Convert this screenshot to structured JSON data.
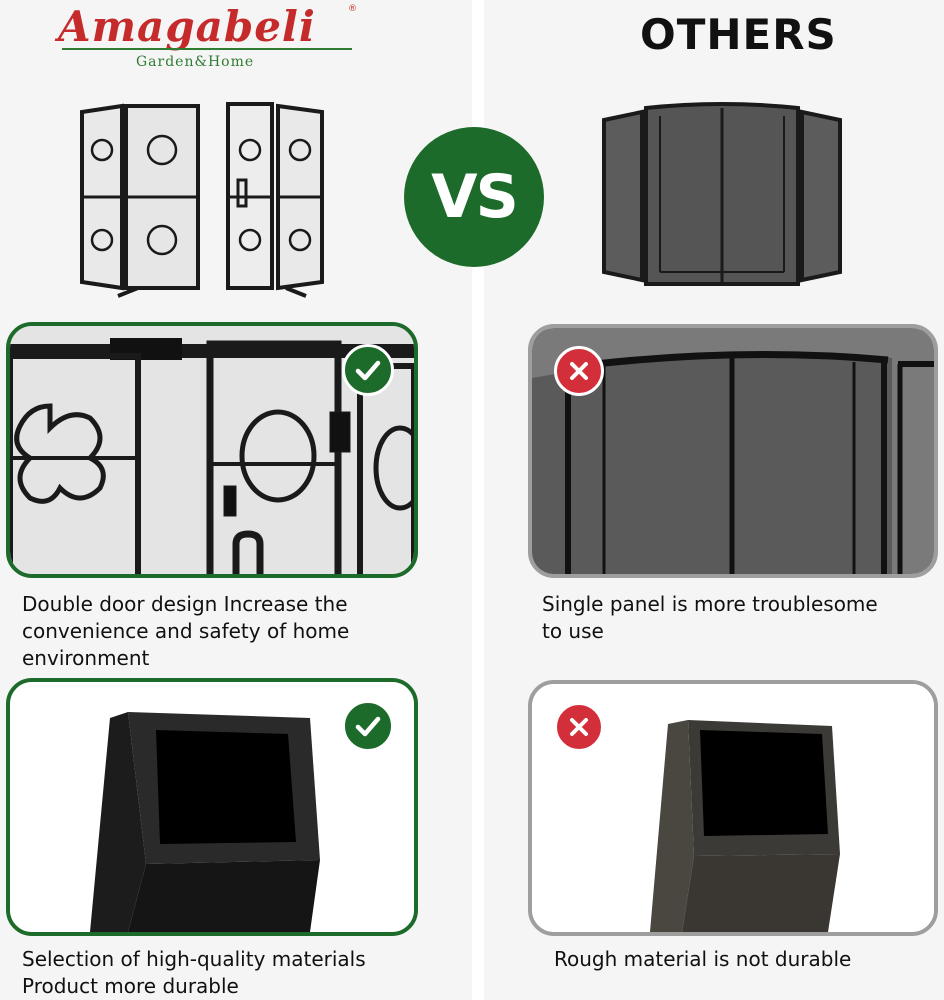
{
  "brand": {
    "name": "Amagabeli",
    "tagline": "Garden&Home",
    "mark": "®"
  },
  "competitor_title": "OTHERS",
  "vs_label": "VS",
  "left": {
    "caption_1": [
      "Double door design Increase the",
      "convenience and safety of home",
      "environment"
    ],
    "caption_2": [
      "Selection of high-quality materials",
      "Product more durable"
    ]
  },
  "right": {
    "caption_1": [
      "Single panel is more troublesome",
      "to use"
    ],
    "caption_2": [
      "Rough material is not durable"
    ]
  },
  "icons": {
    "good": "check-icon",
    "bad": "cross-icon"
  },
  "colors": {
    "brand_red": "#c62b2b",
    "brand_green": "#1d6b2a",
    "bad_red": "#d32f3a",
    "neutral_border": "#9e9e9e"
  }
}
